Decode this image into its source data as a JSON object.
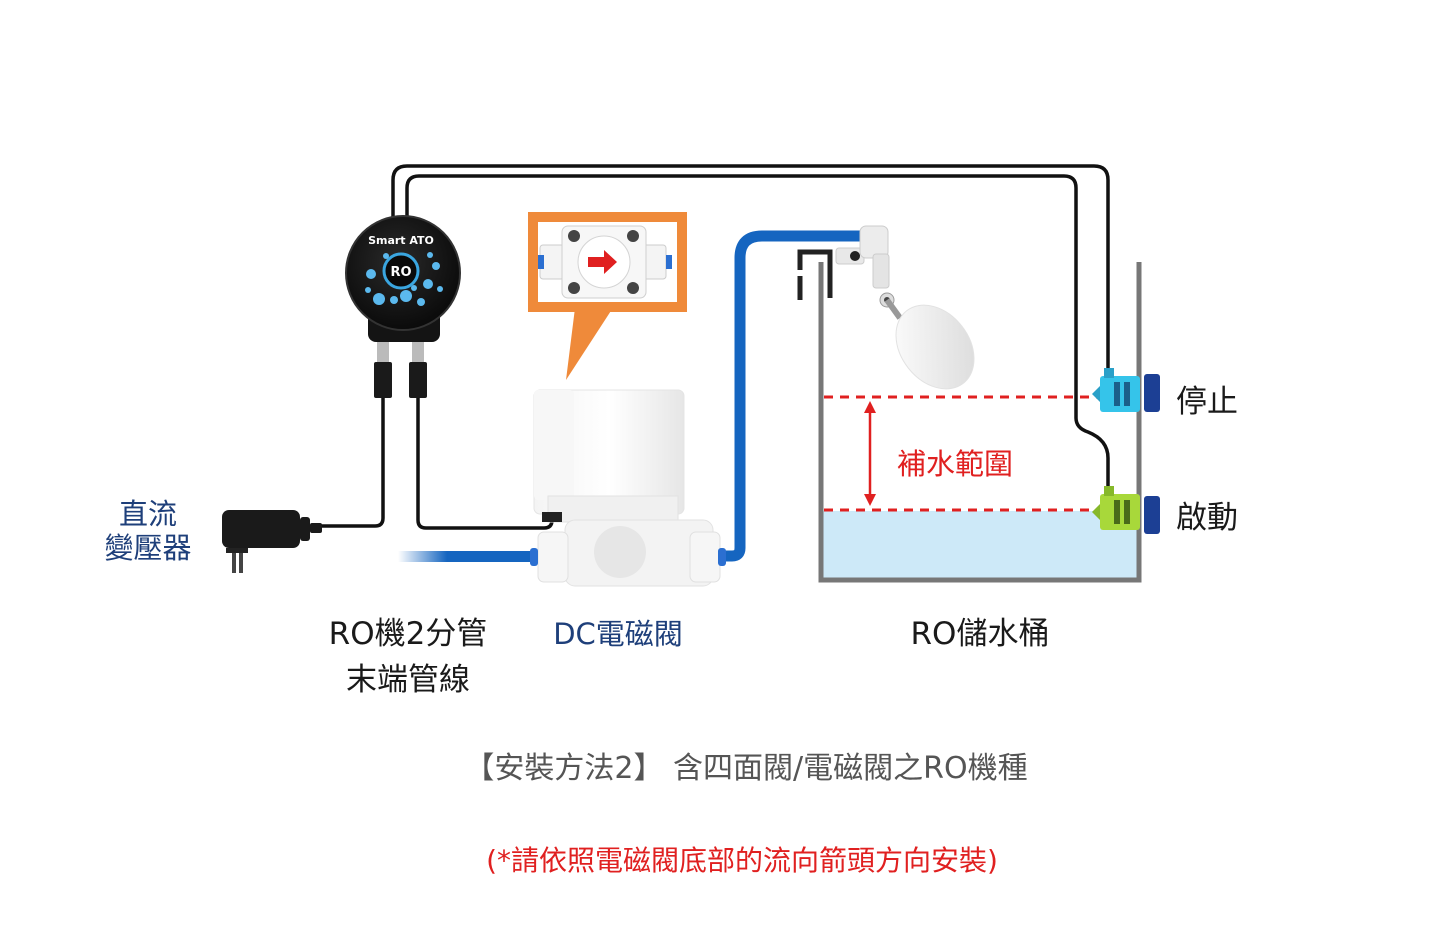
{
  "controller": {
    "brand": "Smart ATO",
    "logo": "RO"
  },
  "labels": {
    "adapter": [
      "直流",
      "變壓器"
    ],
    "ro_pipe": [
      "RO機2分管",
      "末端管線"
    ],
    "solenoid": "DC電磁閥",
    "tank": "RO儲水桶",
    "stop": "停止",
    "start": "啟動",
    "refill_range": "補水範圍"
  },
  "caption": {
    "title": "【安裝方法2】 含四面閥/電磁閥之RO機種",
    "note": "(*請依照電磁閥底部的流向箭頭方向安裝)"
  },
  "colors": {
    "blue_label": "#1e3f7a",
    "red": "#e02020",
    "pipe_blue": "#1565c0",
    "callout_orange": "#ef8a3a",
    "water": "#cde9f8",
    "stop_sensor": "#35c4ea",
    "start_sensor": "#a8d83a"
  }
}
